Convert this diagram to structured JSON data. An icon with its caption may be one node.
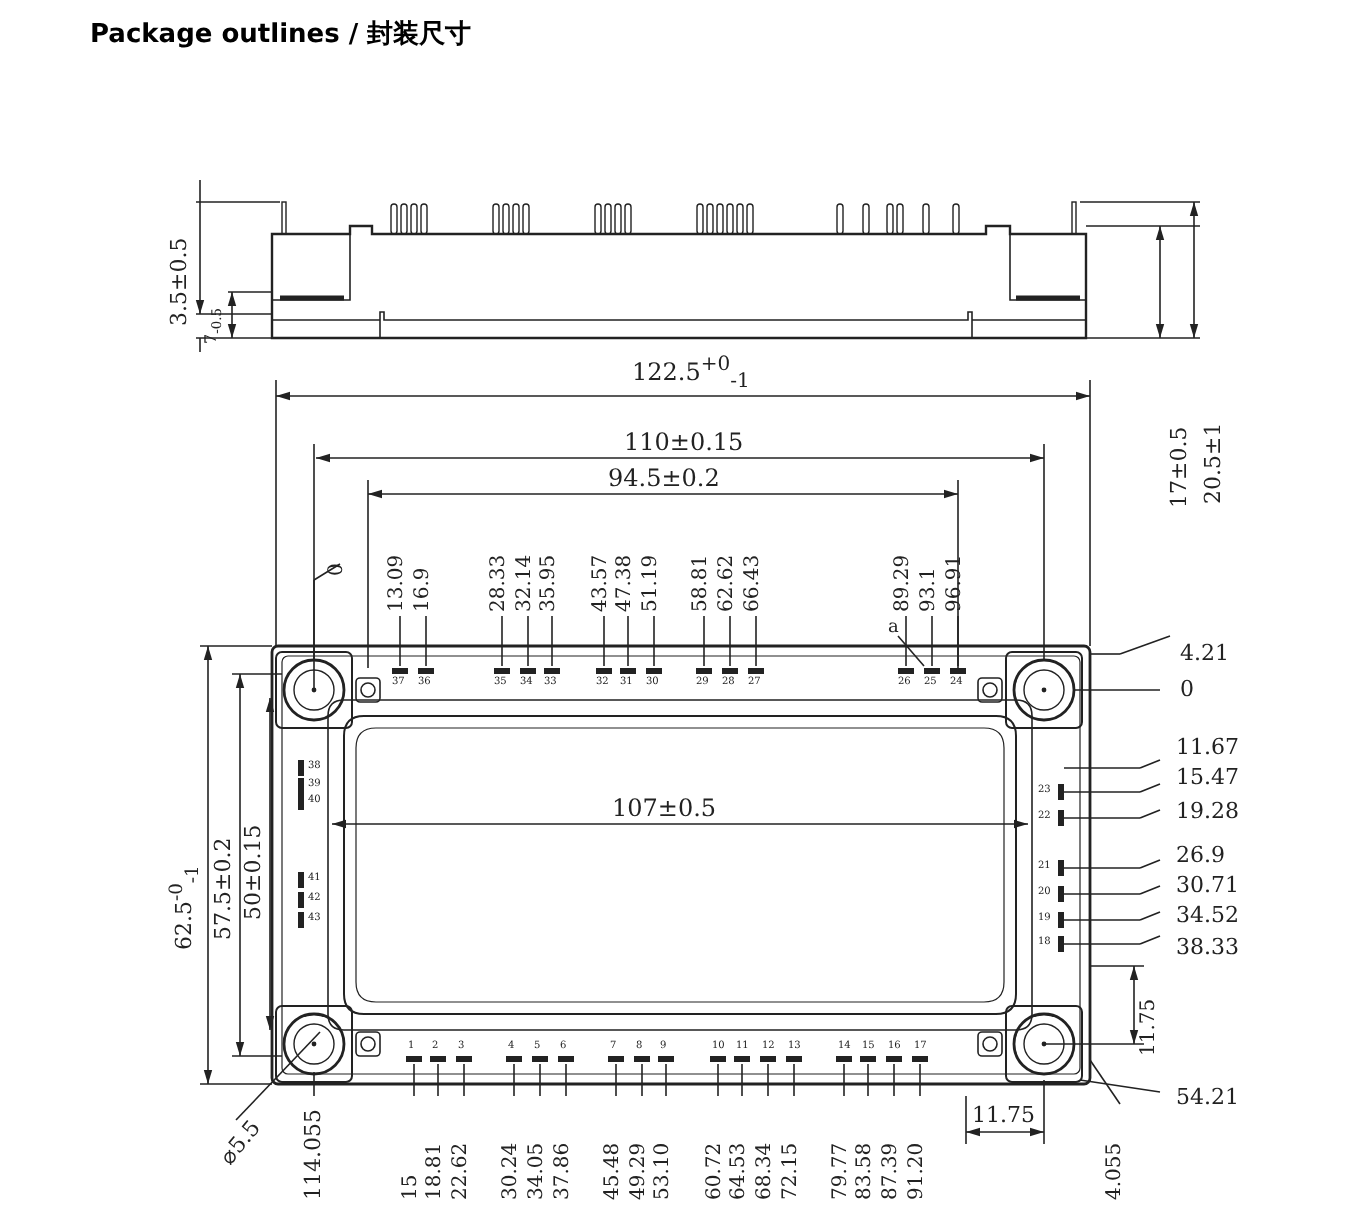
{
  "diagram": {
    "title": "Package outlines /  封装尺寸",
    "labels": [
      "3.5±0.5",
      "7$_{-0.5}$",
      "17±0.5",
      "20.5±1",
      "122.5$^{+0}$$_{-1}$",
      "110±0.15",
      "94.5±0.2",
      "0",
      "13.09",
      "16.9",
      "28.33",
      "32.14",
      "35.95",
      "43.57",
      "47.38",
      "51.19",
      "58.81",
      "62.62",
      "66.43",
      "89.29",
      "93.1",
      "96.91",
      "a",
      "37",
      "36",
      "35",
      "34",
      "33",
      "32",
      "31",
      "30",
      "29",
      "28",
      "27",
      "26",
      "25",
      "24",
      "4.21",
      "0",
      "62.5$^{-0}$$_{-1}$",
      "57.5±0.2",
      "50±0.15",
      "11.67",
      "15.47",
      "107±0.5",
      "19.28",
      "26.9",
      "30.71",
      "34.52",
      "38.33",
      "38",
      "39",
      "40",
      "41",
      "42",
      "43",
      "23",
      "22",
      "21",
      "20",
      "19",
      "18",
      "11.75",
      "⌀5.5",
      "54.21",
      "1",
      "2",
      "3",
      "4",
      "5",
      "6",
      "7",
      "8",
      "9",
      "10",
      "11",
      "12",
      "13",
      "14",
      "15",
      "16",
      "17",
      "114.055",
      "15",
      "18.81",
      "22.62",
      "30.24",
      "34.05",
      "37.86",
      "45.48",
      "49.29",
      "53.10",
      "60.72",
      "64.53",
      "68.34",
      "72.15",
      "79.77",
      "83.58",
      "87.39",
      "91.20",
      "11.75",
      "4.055"
    ]
  }
}
